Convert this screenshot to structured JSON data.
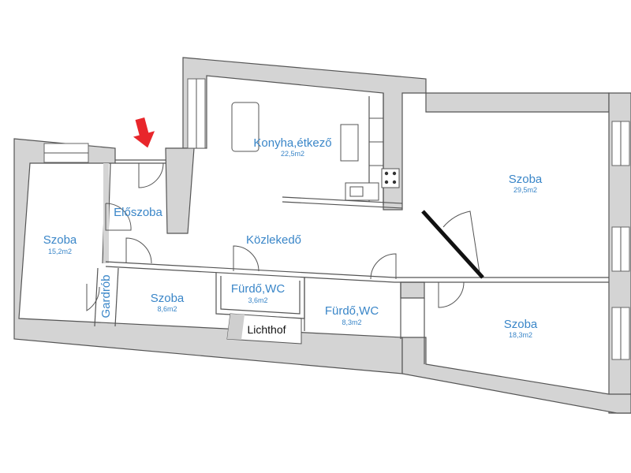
{
  "rooms": {
    "konyha": {
      "name": "Konyha,étkező",
      "area": "22,5m2"
    },
    "szoba_nagy": {
      "name": "Szoba",
      "area": "29,5m2"
    },
    "szoba_bal": {
      "name": "Szoba",
      "area": "15,2m2"
    },
    "eloszoba": {
      "name": "Előszoba"
    },
    "kozlekedo": {
      "name": "Közlekedő"
    },
    "szoba_kozep": {
      "name": "Szoba",
      "area": "8,6m2"
    },
    "furdo_kicsi": {
      "name": "Fürdő,WC",
      "area": "3,6m2"
    },
    "furdo": {
      "name": "Fürdő,WC",
      "area": "8,3m2"
    },
    "szoba_jobb": {
      "name": "Szoba",
      "area": "18,3m2"
    },
    "gardrob": {
      "name": "Gardrób"
    },
    "lichthof": {
      "name": "Lichthof"
    }
  },
  "colors": {
    "label": "#3a86c8",
    "wall": "#d4d4d4",
    "entrance_arrow": "#e8262b"
  },
  "icons": {
    "entrance": "entrance-arrow-icon"
  }
}
